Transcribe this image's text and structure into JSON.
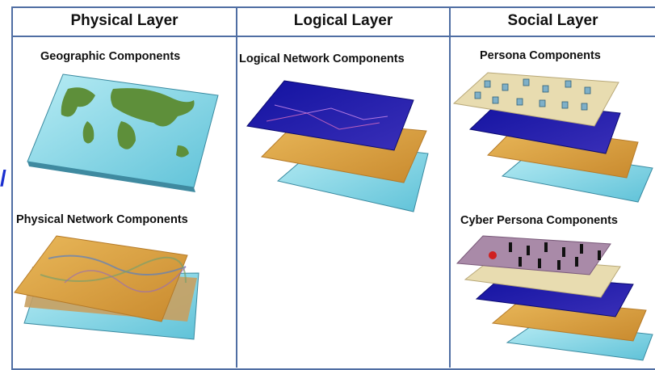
{
  "headers": {
    "physical": "Physical Layer",
    "logical": "Logical Layer",
    "social": "Social Layer"
  },
  "labels": {
    "geographic": "Geographic Components",
    "physical_network": "Physical Network Components",
    "logical_network": "Logical Network Components",
    "persona": "Persona Components",
    "cyber_persona": "Cyber Persona Components"
  },
  "colors": {
    "border": "#4f6ea3",
    "map_sea": "#8fd6e6",
    "map_land": "#5e8f3a",
    "orange_layer": "#e0a544",
    "blue_layer": "#1d1d9c",
    "persona_layer": "#e8dcb0",
    "cyber_layer": "#a98aa8"
  }
}
